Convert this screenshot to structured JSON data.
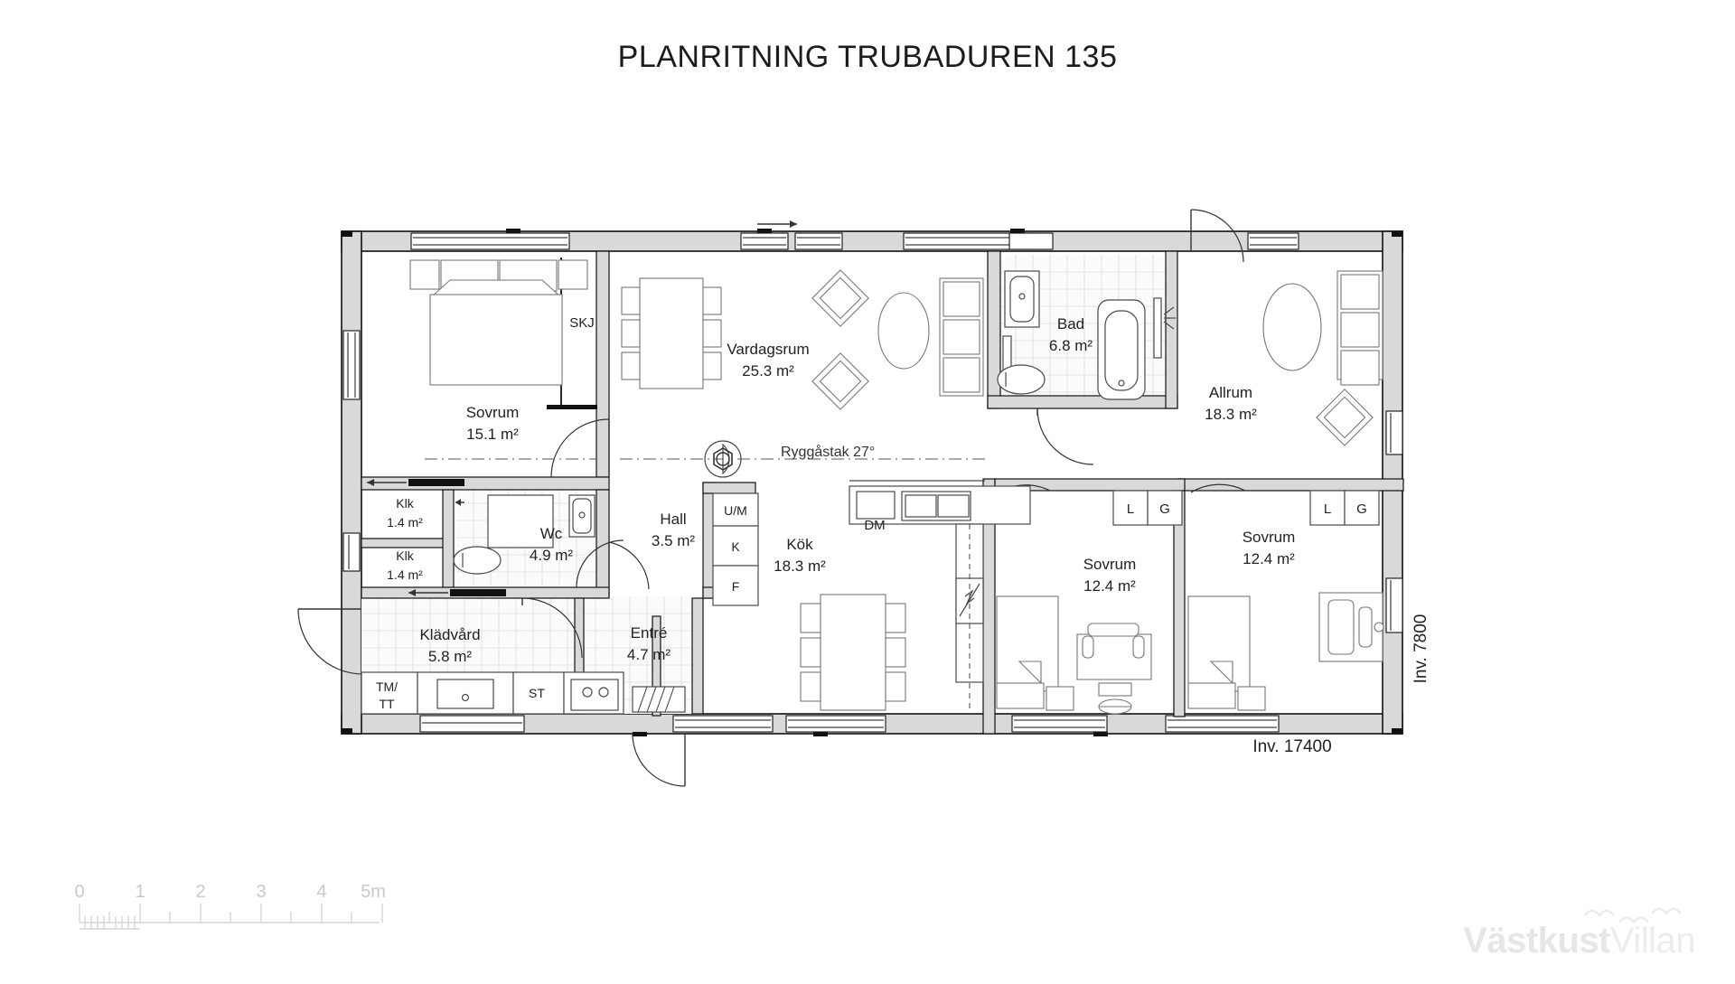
{
  "page": {
    "title": "PLANRITNING TRUBADUREN 135",
    "background_color": "#ffffff",
    "wall_color": "#d9d9d9",
    "line_color": "#111111"
  },
  "rooms": [
    {
      "id": "sovrum-master",
      "name": "Sovrum",
      "area": "15.1 m²"
    },
    {
      "id": "vardagsrum",
      "name": "Vardagsrum",
      "area": "25.3 m²"
    },
    {
      "id": "bad",
      "name": "Bad",
      "area": "6.8 m²"
    },
    {
      "id": "allrum",
      "name": "Allrum",
      "area": "18.3 m²"
    },
    {
      "id": "wc",
      "name": "Wc",
      "area": "4.9 m²"
    },
    {
      "id": "hall",
      "name": "Hall",
      "area": "3.5 m²"
    },
    {
      "id": "kok",
      "name": "Kök",
      "area": "18.3 m²"
    },
    {
      "id": "sovrum-mid",
      "name": "Sovrum",
      "area": "12.4 m²"
    },
    {
      "id": "sovrum-right",
      "name": "Sovrum",
      "area": "12.4 m²"
    },
    {
      "id": "kladvard",
      "name": "Klädvård",
      "area": "5.8 m²"
    },
    {
      "id": "entre",
      "name": "Entré",
      "area": "4.7 m²"
    },
    {
      "id": "klk-upper",
      "name": "Klk",
      "area": "1.4 m²"
    },
    {
      "id": "klk-lower",
      "name": "Klk",
      "area": "1.4 m²"
    }
  ],
  "closets": {
    "skj": "SKJ",
    "mid_left": "L",
    "mid_right": "G",
    "right_left": "L",
    "right_right": "G"
  },
  "appliances": {
    "washer_dryer": "U/M",
    "tumble_dryer": "TM/\nTT",
    "tumble_dryer_line1": "TM/",
    "tumble_dryer_line2": "TT",
    "ironing": "ST",
    "freezer": "F",
    "fridge": "K",
    "dishwasher": "DM"
  },
  "annotations": {
    "roof": "Ryggåstak 27°",
    "dim_width": "Inv. 17400",
    "dim_depth": "Inv. 7800"
  },
  "scale_bar": {
    "ticks": [
      "0",
      "1",
      "2",
      "3",
      "4",
      "5m"
    ],
    "unit": "m"
  },
  "logo": {
    "part_bold": "Västkust",
    "part_light": "Villan"
  }
}
